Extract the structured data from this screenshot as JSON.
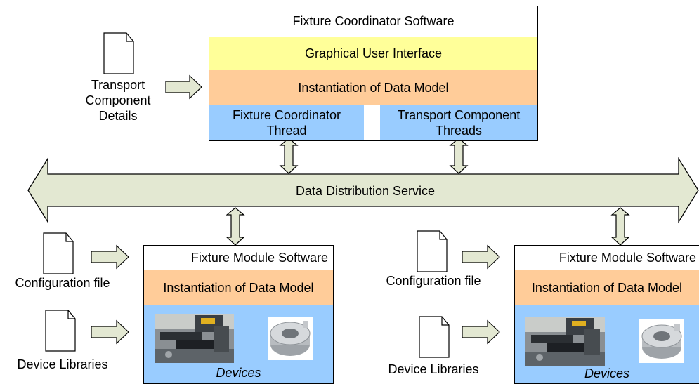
{
  "colors": {
    "gui_yellow": "#FFFF99",
    "data_model_orange": "#FFCC99",
    "thread_blue": "#99CCFF",
    "arrow_fill": "#E3E8D2",
    "outline": "#000000"
  },
  "coordinator": {
    "title": "Fixture Coordinator Software",
    "gui": "Graphical User Interface",
    "data_model": "Instantiation of Data Model",
    "thread_left": "Fixture Coordinator Thread",
    "thread_right": "Transport Component Threads"
  },
  "transport_doc": {
    "label": "Transport Component Details",
    "icon": "document-icon"
  },
  "dds": {
    "label": "Data Distribution Service"
  },
  "modules": [
    {
      "title": "Fixture Module Software",
      "data_model": "Instantiation of Data Model",
      "devices": "Devices",
      "config_label": "Configuration file",
      "libraries_label": "Device Libraries"
    },
    {
      "title": "Fixture Module Software",
      "data_model": "Instantiation of Data Model",
      "devices": "Devices",
      "config_label": "Configuration file",
      "libraries_label": "Device Libraries"
    }
  ]
}
